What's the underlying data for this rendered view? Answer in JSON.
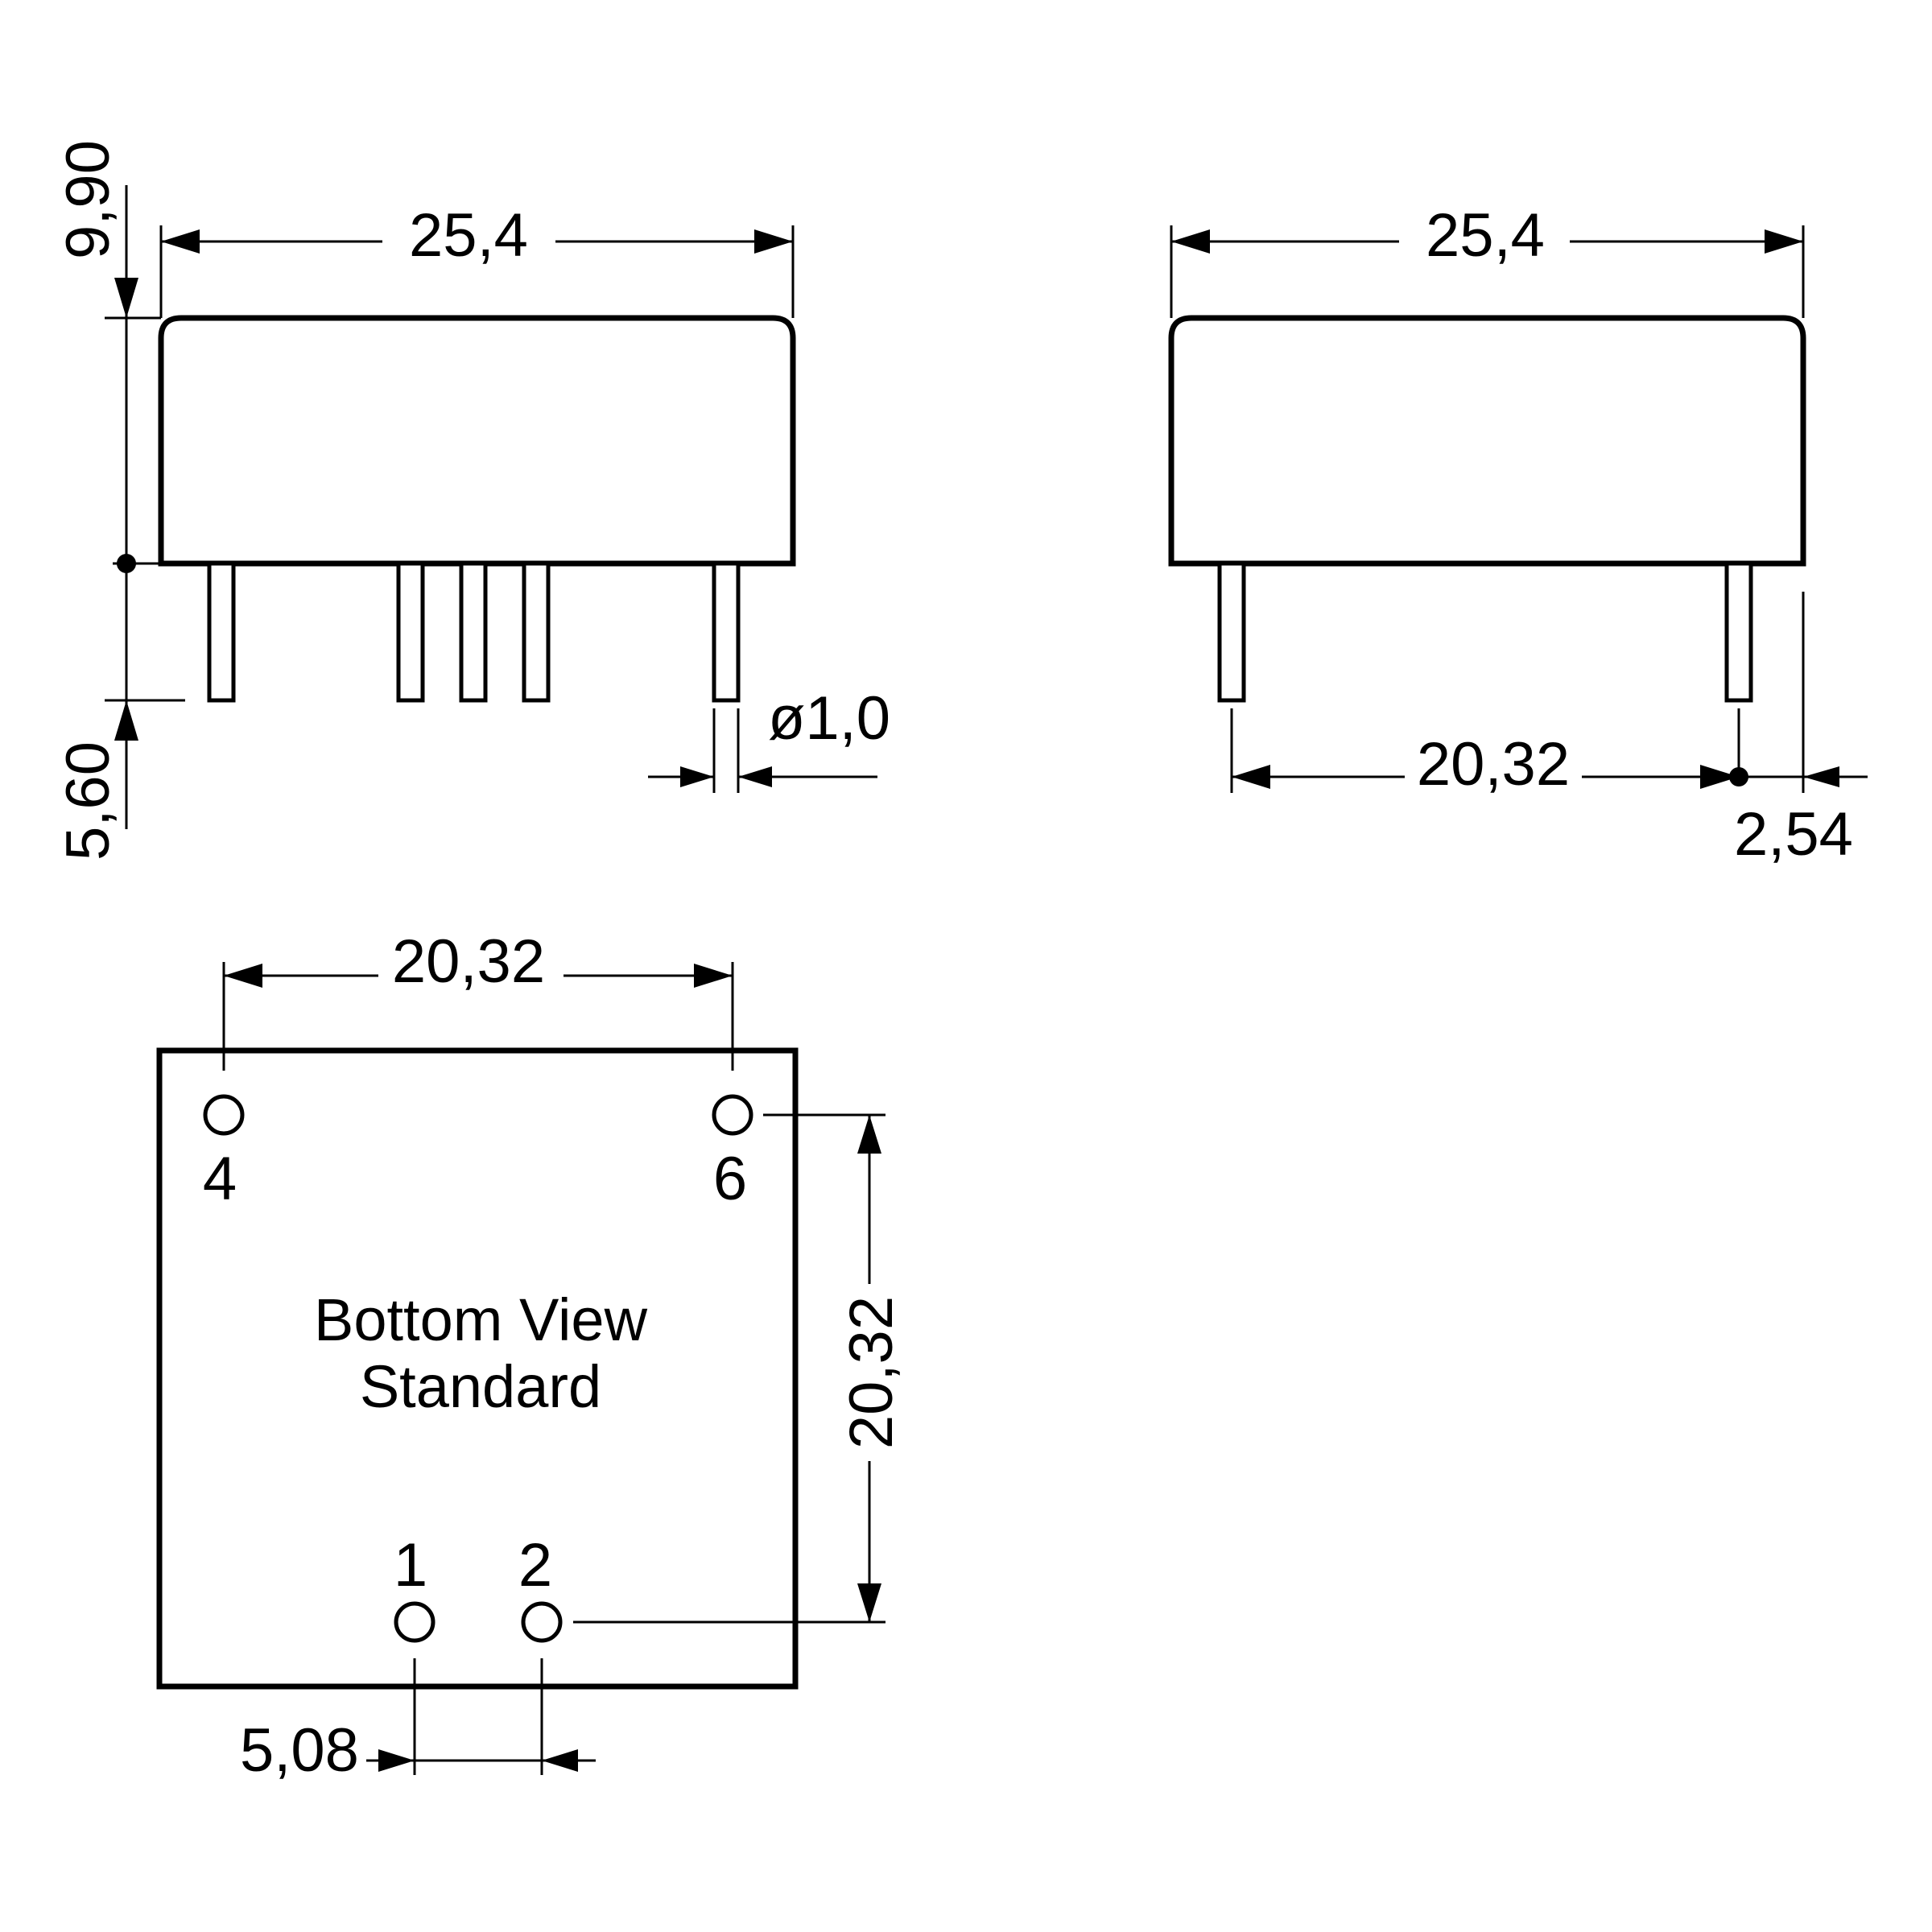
{
  "side_view_left": {
    "width_dim": "25,4",
    "height_dim": "9,90",
    "pin_length_dim": "5,60",
    "pin_diameter_dim": "ø1,0"
  },
  "side_view_right": {
    "width_dim": "25,4",
    "pin_spacing_dim": "20,32",
    "pin_offset_dim": "2,54"
  },
  "bottom_view": {
    "title_line1": "Bottom View",
    "title_line2": "Standard",
    "top_spacing_dim": "20,32",
    "vertical_spacing_dim": "20,32",
    "bottom_spacing_dim": "5,08",
    "pins": [
      {
        "label": "4"
      },
      {
        "label": "6"
      },
      {
        "label": "1"
      },
      {
        "label": "2"
      }
    ]
  }
}
